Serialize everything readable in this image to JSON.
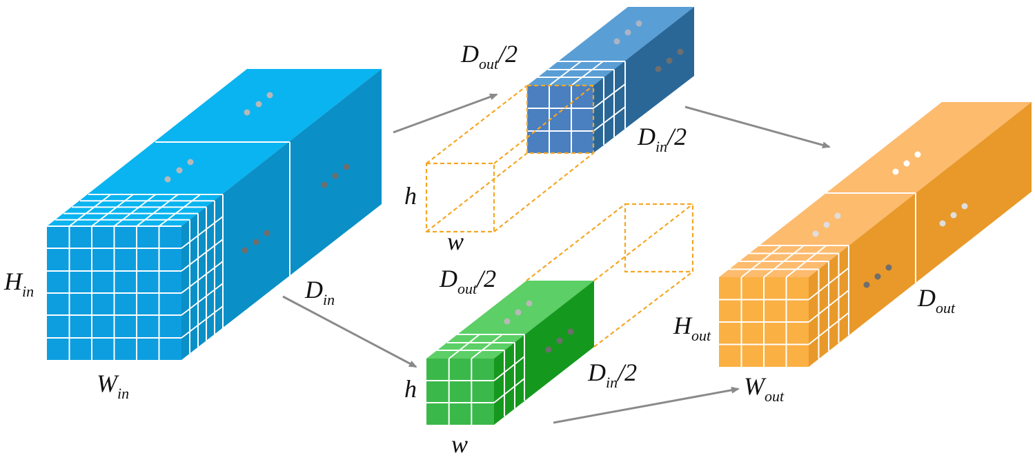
{
  "colors": {
    "input_top": "#0ab4f0",
    "input_front": "#0d9ee0",
    "input_side": "#0a8fc6",
    "blue_top": "#5a9ed6",
    "blue_front": "#4a7fc0",
    "blue_side": "#2a6797",
    "green_top": "#5ccf66",
    "green_front": "#3bb84a",
    "green_side": "#15981e",
    "output_top": "#fdbb6e",
    "output_front": "#fbb044",
    "output_side": "#e8992a",
    "dashed": "#f5a623",
    "arrow": "#8a8a8a"
  },
  "labels": {
    "h_in": {
      "main": "H",
      "sub": "in"
    },
    "w_in": {
      "main": "W",
      "sub": "in"
    },
    "d_in": {
      "main": "D",
      "sub": "in"
    },
    "d_out_half_top": {
      "main": "D",
      "sub": "out",
      "suffix": "/2"
    },
    "d_in_half_top": {
      "main": "D",
      "sub": "in",
      "suffix": "/2"
    },
    "h_top": "h",
    "w_top": "w",
    "d_out_half_bottom": {
      "main": "D",
      "sub": "out",
      "suffix": "/2"
    },
    "d_in_half_bottom": {
      "main": "D",
      "sub": "in",
      "suffix": "/2"
    },
    "h_bottom": "h",
    "w_bottom": "w",
    "h_out": {
      "main": "H",
      "sub": "out"
    },
    "w_out": {
      "main": "W",
      "sub": "out"
    },
    "d_out": {
      "main": "D",
      "sub": "out"
    }
  }
}
